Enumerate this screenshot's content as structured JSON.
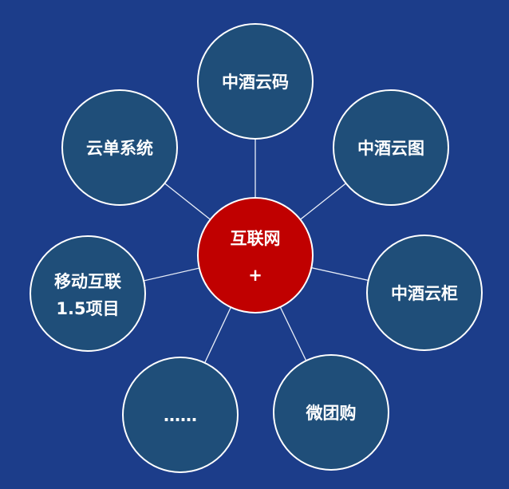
{
  "colors": {
    "background": "#1c3d8a",
    "node_fill": "#1f4e79",
    "center_fill": "#c00000",
    "stroke": "#ffffff"
  },
  "center": {
    "line1": "互联网",
    "line2": "+"
  },
  "nodes": [
    {
      "line1": "中酒云码",
      "line2": ""
    },
    {
      "line1": "中酒云图",
      "line2": ""
    },
    {
      "line1": "中酒云柜",
      "line2": ""
    },
    {
      "line1": "微团购",
      "line2": ""
    },
    {
      "line1": "……",
      "line2": ""
    },
    {
      "line1": "移动互联",
      "line2": "1.5项目"
    },
    {
      "line1": "云单系统",
      "line2": ""
    }
  ]
}
